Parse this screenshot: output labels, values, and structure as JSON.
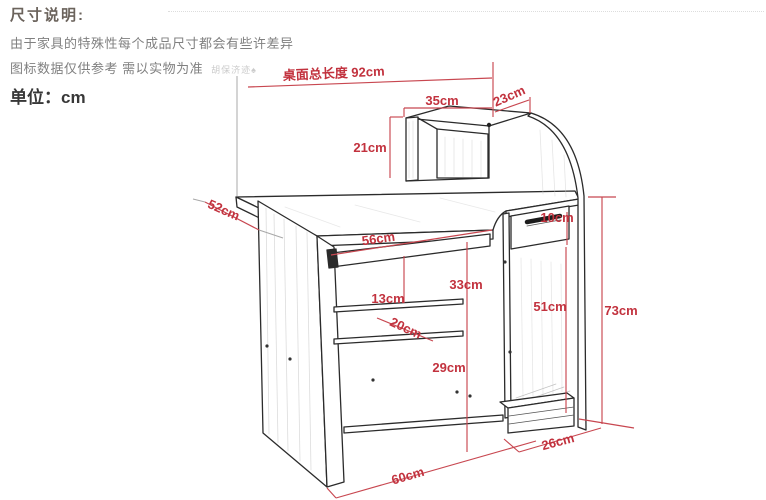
{
  "header": {
    "title": "尺寸说明:",
    "note1": "由于家具的特殊性每个成品尺寸都会有些许差异",
    "note2": "图标数据仅供参考 需以实物为准",
    "watermark": "胡保济迹♠",
    "unit": "单位：cm"
  },
  "diagram": {
    "type": "computer-desk-dimension-diagram",
    "accent_color": "#c43842",
    "line_color": "#2b2b2b",
    "dims": {
      "d92": "桌面总长度 92cm",
      "d35": "35cm",
      "d23": "23cm",
      "d21": "21cm",
      "d52": "52cm",
      "d56": "56cm",
      "d10": "10cm",
      "d33": "33cm",
      "d13": "13cm",
      "d20": "20cm",
      "d51": "51cm",
      "d73": "73cm",
      "d29": "29cm",
      "d26": "26cm",
      "d60": "60cm"
    }
  }
}
